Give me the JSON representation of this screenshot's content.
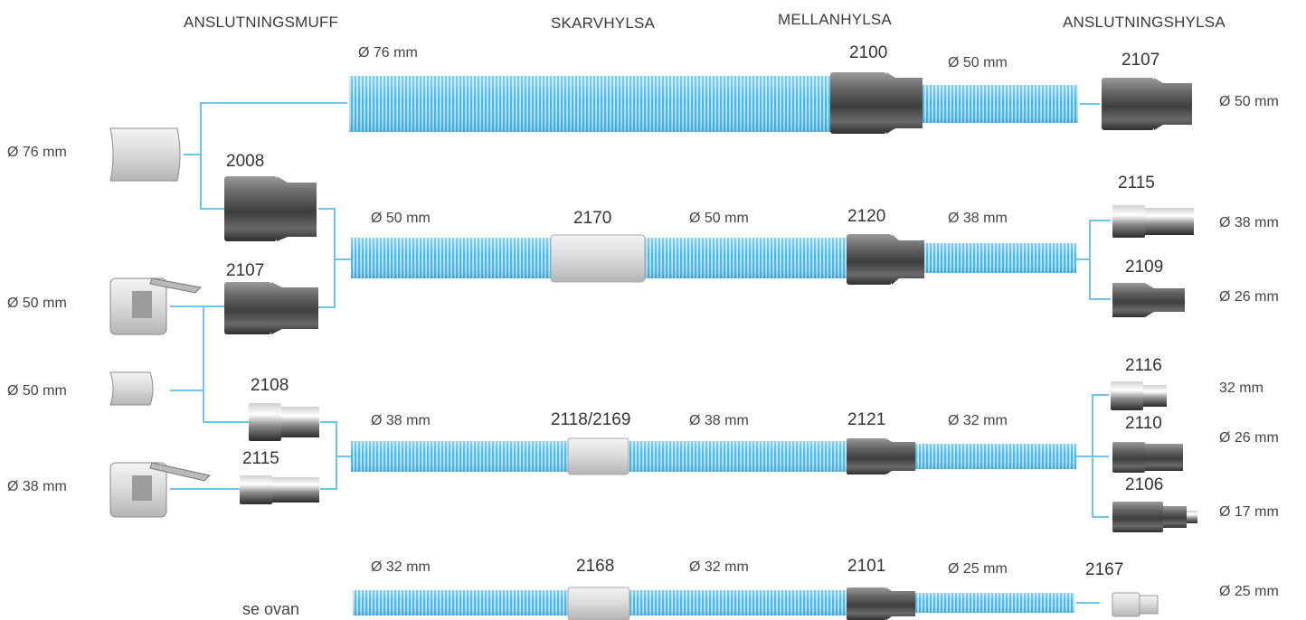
{
  "headers": {
    "anslutningsmuff": "ANSLUTNINGSMUFF",
    "skarvhylsa": "SKARVHYLSA",
    "mellanhylsa": "MELLANHYLSA",
    "anslutningshylsa": "ANSLUTNINGSHYLSA"
  },
  "left_inlets": {
    "d76": "Ø 76 mm",
    "d50a": "Ø 50 mm",
    "d50b": "Ø 50 mm",
    "d38": "Ø 38 mm",
    "se_ovan": "se ovan"
  },
  "muffs": {
    "m2008": "2008",
    "m2107": "2107",
    "m2108": "2108",
    "m2115": "2115"
  },
  "row1": {
    "hose_dim": "Ø 76 mm",
    "mid_code": "2100",
    "after_dim": "Ø 50 mm",
    "end_code": "2107",
    "end_dim": "Ø 50 mm"
  },
  "row2": {
    "hose_dim": "Ø 50 mm",
    "splice_code": "2170",
    "splice_dim": "Ø 50 mm",
    "mid_code": "2120",
    "after_dim": "Ø 38 mm",
    "end_a_code": "2115",
    "end_a_dim": "Ø 38 mm",
    "end_b_code": "2109",
    "end_b_dim": "Ø 26 mm"
  },
  "row3": {
    "hose_dim": "Ø 38 mm",
    "splice_code": "2118/2169",
    "splice_dim": "Ø 38 mm",
    "mid_code": "2121",
    "after_dim": "Ø 32 mm",
    "end_a_code": "2116",
    "end_a_dim": "32 mm",
    "end_b_code": "2110",
    "end_b_dim": "Ø 26 mm",
    "end_c_code": "2106",
    "end_c_dim": "Ø 17 mm"
  },
  "row4": {
    "hose_dim": "Ø 32 mm",
    "splice_code": "2168",
    "splice_dim": "Ø 32 mm",
    "mid_code": "2101",
    "after_dim": "Ø 25 mm",
    "end_code": "2167",
    "end_dim": "Ø 25 mm"
  },
  "colors": {
    "hose": "#5cc3ec",
    "connector_line": "#6cc6ea",
    "fitting_dark": "#5e5e5e",
    "fitting_light": "#e6e6e6"
  }
}
